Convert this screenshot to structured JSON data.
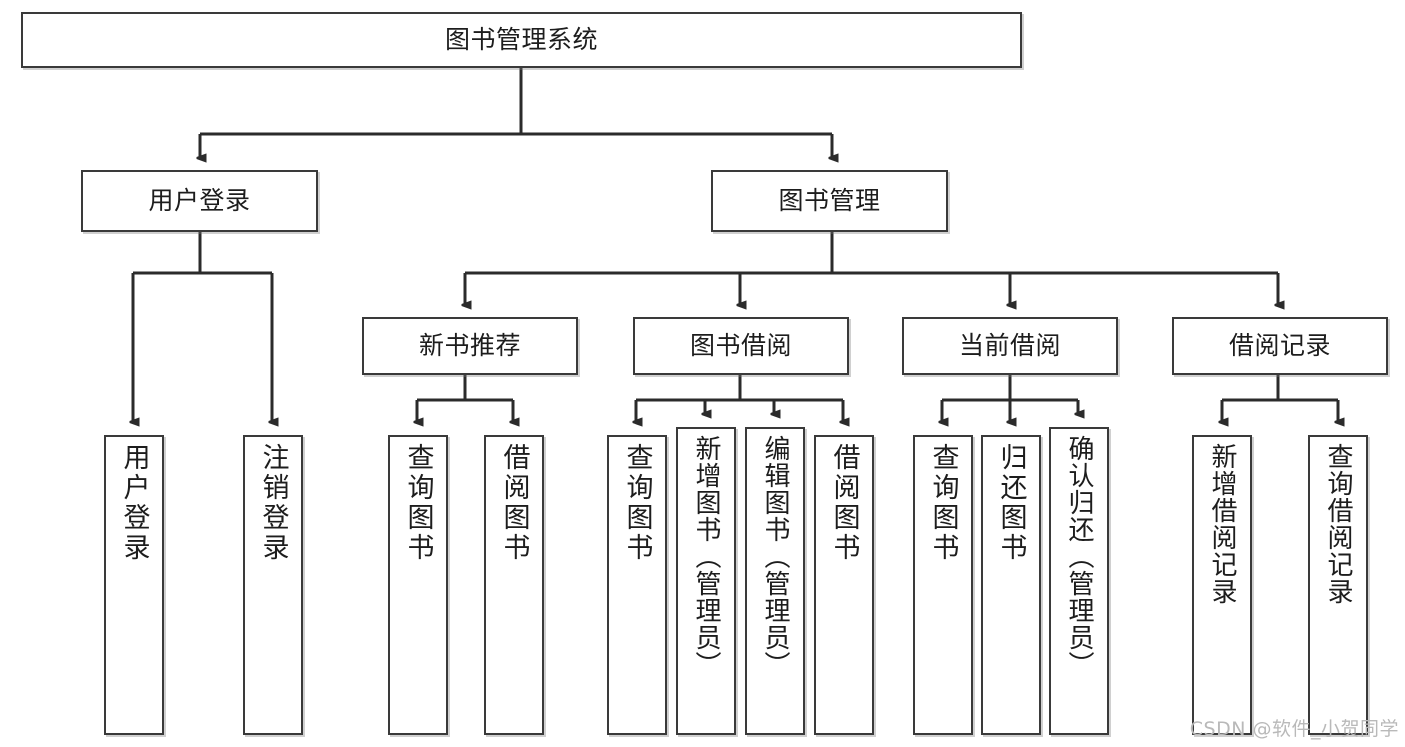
{
  "diagram": {
    "title": "图书管理系统",
    "type": "tree-hierarchy-diagram",
    "watermark": "CSDN @软件_小贺同学",
    "colors": {
      "box_border": "#3a3a3a",
      "box_fill": "#ffffff",
      "edge": "#2b2b2b",
      "text": "#1d1d1d",
      "watermark": "#b9b9b9"
    },
    "nodes": {
      "root": {
        "label": "图书管理系统"
      },
      "level1": [
        {
          "id": "user-login",
          "label": "用户登录"
        },
        {
          "id": "book-manage",
          "label": "图书管理"
        }
      ],
      "level2": [
        {
          "id": "new-book-recommend",
          "label": "新书推荐"
        },
        {
          "id": "book-borrow",
          "label": "图书借阅"
        },
        {
          "id": "current-borrow",
          "label": "当前借阅"
        },
        {
          "id": "borrow-record",
          "label": "借阅记录"
        }
      ],
      "leaves": {
        "user_login": [
          {
            "id": "leaf-user-login",
            "label": "用户登录"
          },
          {
            "id": "leaf-logout-login",
            "label": "注销登录"
          }
        ],
        "new_book_recommend": [
          {
            "id": "leaf-query-book-1",
            "label": "查询图书"
          },
          {
            "id": "leaf-borrow-book-1",
            "label": "借阅图书"
          }
        ],
        "book_borrow": [
          {
            "id": "leaf-query-book-2",
            "label": "查询图书"
          },
          {
            "id": "leaf-add-book-admin",
            "label": "新增图书（管理员）"
          },
          {
            "id": "leaf-edit-book-admin",
            "label": "编辑图书（管理员）"
          },
          {
            "id": "leaf-borrow-book-2",
            "label": "借阅图书"
          }
        ],
        "current_borrow": [
          {
            "id": "leaf-query-book-3",
            "label": "查询图书"
          },
          {
            "id": "leaf-return-book",
            "label": "归还图书"
          },
          {
            "id": "leaf-confirm-return-admin",
            "label": "确认归还（管理员）"
          }
        ],
        "borrow_record": [
          {
            "id": "leaf-add-borrow-record",
            "label": "新增借阅记录"
          },
          {
            "id": "leaf-query-borrow-record",
            "label": "查询借阅记录"
          }
        ]
      }
    }
  }
}
